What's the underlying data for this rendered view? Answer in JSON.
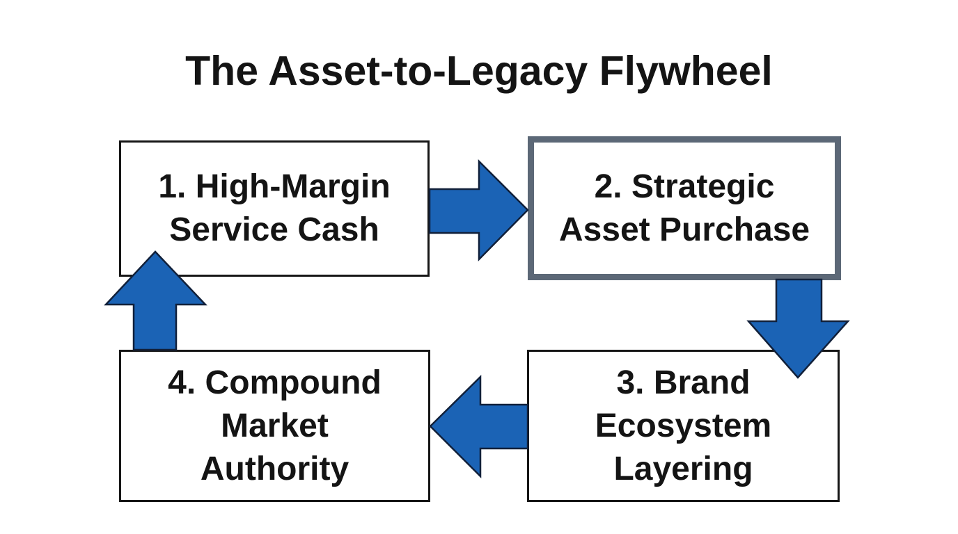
{
  "title": "The Asset-to-Legacy Flywheel",
  "diagram": {
    "boxes": [
      {
        "id": 1,
        "emphasized": false,
        "lines": [
          "1. High-Margin",
          "Service Cash"
        ]
      },
      {
        "id": 2,
        "emphasized": true,
        "lines": [
          "2. Strategic",
          "Asset Purchase"
        ]
      },
      {
        "id": 3,
        "emphasized": false,
        "lines": [
          "3. Brand",
          "Ecosystem",
          "Layering"
        ]
      },
      {
        "id": 4,
        "emphasized": false,
        "lines": [
          "4. Compound",
          "Market",
          "Authority"
        ]
      }
    ],
    "arrows": [
      {
        "name": "arrow-1-to-2",
        "direction": "right"
      },
      {
        "name": "arrow-2-to-3",
        "direction": "down"
      },
      {
        "name": "arrow-3-to-4",
        "direction": "left"
      },
      {
        "name": "arrow-4-to-1",
        "direction": "up"
      }
    ]
  },
  "colors": {
    "arrow_fill": "#1b63b5",
    "arrow_stroke": "#11203a",
    "box_border": "#161616",
    "emphasized_border": "#5c6877",
    "background": "#ffffff",
    "text": "#141414"
  }
}
